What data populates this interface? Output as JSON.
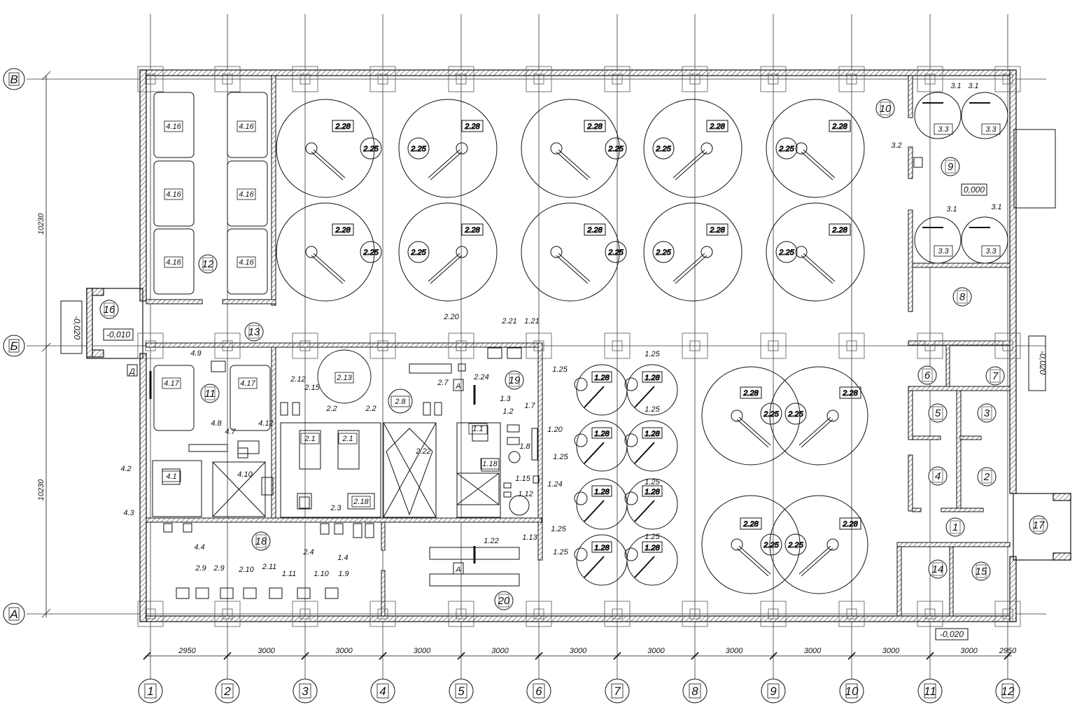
{
  "axes": {
    "columns": [
      "1",
      "2",
      "3",
      "4",
      "5",
      "6",
      "7",
      "8",
      "9",
      "10",
      "11",
      "12"
    ],
    "rows": [
      "А",
      "Б",
      "В"
    ]
  },
  "dimensions": {
    "bottom": [
      "2950",
      "3000",
      "3000",
      "3000",
      "3000",
      "3000",
      "3000",
      "3000",
      "3000",
      "3000",
      "3000",
      "2950"
    ],
    "left": [
      "10230",
      "10230"
    ]
  },
  "rooms": [
    "1",
    "2",
    "3",
    "4",
    "5",
    "6",
    "7",
    "8",
    "9",
    "10",
    "11",
    "12",
    "13",
    "14",
    "15",
    "16",
    "17",
    "18",
    "19",
    "20"
  ],
  "elevations": {
    "main": "0,000",
    "entry_left": "-0,010",
    "outside_left": "-0,020",
    "outside_right": "-0,020",
    "entry_bottom": "-0,020"
  },
  "section_marks": {
    "a": "А",
    "d": "Д"
  },
  "equipment": {
    "tank_large": "2.28",
    "tank_small": "2.25",
    "tank_fermenter": "1.28",
    "fermenter_pump": "1.25",
    "cold_box": "4.16",
    "cold_box_small": "4.17",
    "e_2_13": "2.13",
    "e_2_8": "2.8",
    "e_2_20": "2.20",
    "e_2_21": "2.21",
    "e_1_21": "1.21",
    "e_2_24": "2.24",
    "e_2_7": "2.7",
    "e_2_12": "2.12",
    "e_2_15": "2.15",
    "e_2_2": "2.2",
    "e_2_1": "2.1",
    "e_2_22": "2.22",
    "e_2_18": "2.18",
    "e_2_3": "2.3",
    "e_2_4": "2.4",
    "e_1_4": "1.4",
    "e_1_3": "1.3",
    "e_1_2": "1.2",
    "e_1_7": "1.7",
    "e_1_1": "1.1",
    "e_1_8": "1.8",
    "e_1_18": "1.18",
    "e_1_20": "1.20",
    "e_1_15": "1.15",
    "e_1_24": "1.24",
    "e_1_12": "1.12",
    "e_1_13": "1.13",
    "e_1_22": "1.22",
    "e_4_1": "4.1",
    "e_4_2": "4.2",
    "e_4_3": "4.3",
    "e_4_4": "4.4",
    "e_4_7": "4.7",
    "e_4_8": "4.8",
    "e_4_9": "4.9",
    "e_4_10": "4.10",
    "e_4_12": "4.12",
    "e_2_9": "2.9",
    "e_2_10": "2.10",
    "e_2_11": "2.11",
    "e_1_11": "1.11",
    "e_1_10": "1.10",
    "e_1_9": "1.9",
    "e_3_1": "3.1",
    "e_3_2": "3.2",
    "e_3_3": "3.3"
  },
  "colors": {
    "line": "#111111",
    "paper": "#ffffff"
  }
}
